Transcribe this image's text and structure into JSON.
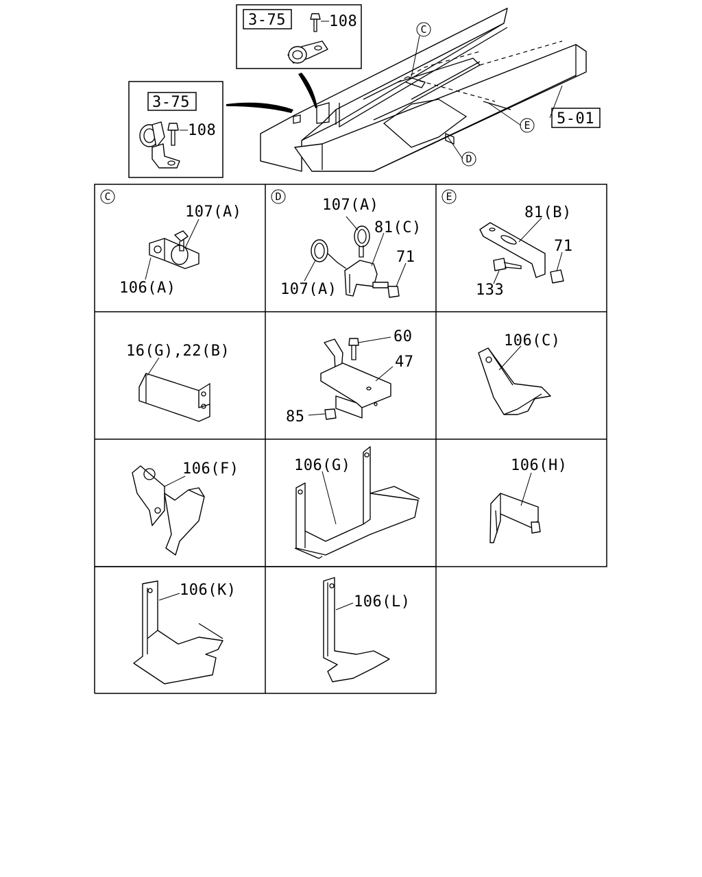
{
  "refs": {
    "ref_top_inset": "3-75",
    "ref_left_inset": "3-75",
    "ref_frame": "5-01"
  },
  "callouts": {
    "c_frame": "C",
    "d_frame": "D",
    "e_frame": "E",
    "c_cell": "C",
    "d_cell": "D",
    "e_cell": "E"
  },
  "labels": {
    "top_108": "108",
    "left_108": "108",
    "c_107a": "107(A)",
    "c_106a": "106(A)",
    "d_107a_top": "107(A)",
    "d_81c": "81(C)",
    "d_71": "71",
    "d_107a_left": "107(A)",
    "e_81b": "81(B)",
    "e_71": "71",
    "e_133": "133",
    "l_16g22b": "16(G),22(B)",
    "l_60": "60",
    "l_47": "47",
    "l_85": "85",
    "l_106c": "106(C)",
    "l_106f": "106(F)",
    "l_106g": "106(G)",
    "l_106h": "106(H)",
    "l_106k": "106(K)",
    "l_106l": "106(L)"
  }
}
